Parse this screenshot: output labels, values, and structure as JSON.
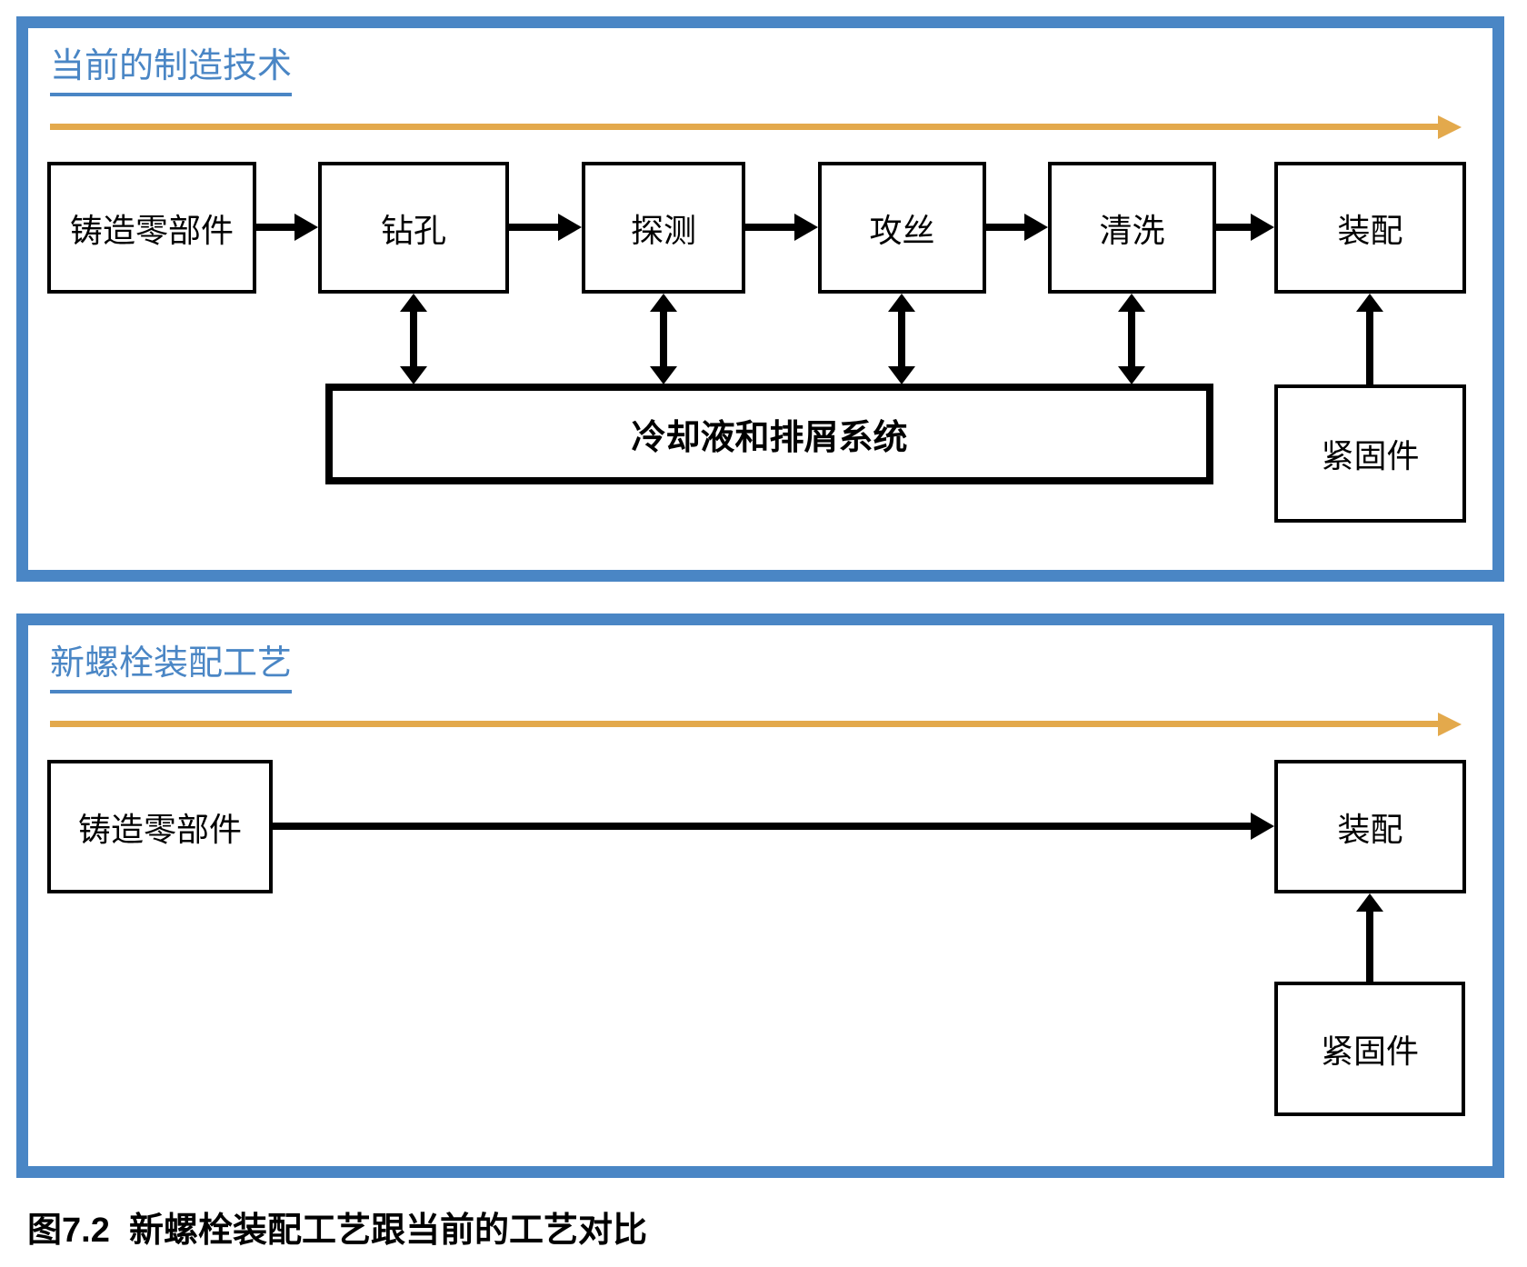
{
  "colors": {
    "panel_border_blue": "#4A86C5",
    "title_blue": "#4A86C5",
    "timeline_orange": "#E3A94C",
    "box_border_black": "#000000"
  },
  "panel1": {
    "title": "当前的制造技术",
    "process_boxes": [
      "铸造零部件",
      "钻孔",
      "探测",
      "攻丝",
      "清洗",
      "装配"
    ],
    "system_box": "冷却液和排屑系统",
    "fastener_box": "紧固件"
  },
  "panel2": {
    "title": "新螺栓装配工艺",
    "source_box": "铸造零部件",
    "assembly_box": "装配",
    "fastener_box": "紧固件"
  },
  "caption": "图7.2  新螺栓装配工艺跟当前的工艺对比"
}
